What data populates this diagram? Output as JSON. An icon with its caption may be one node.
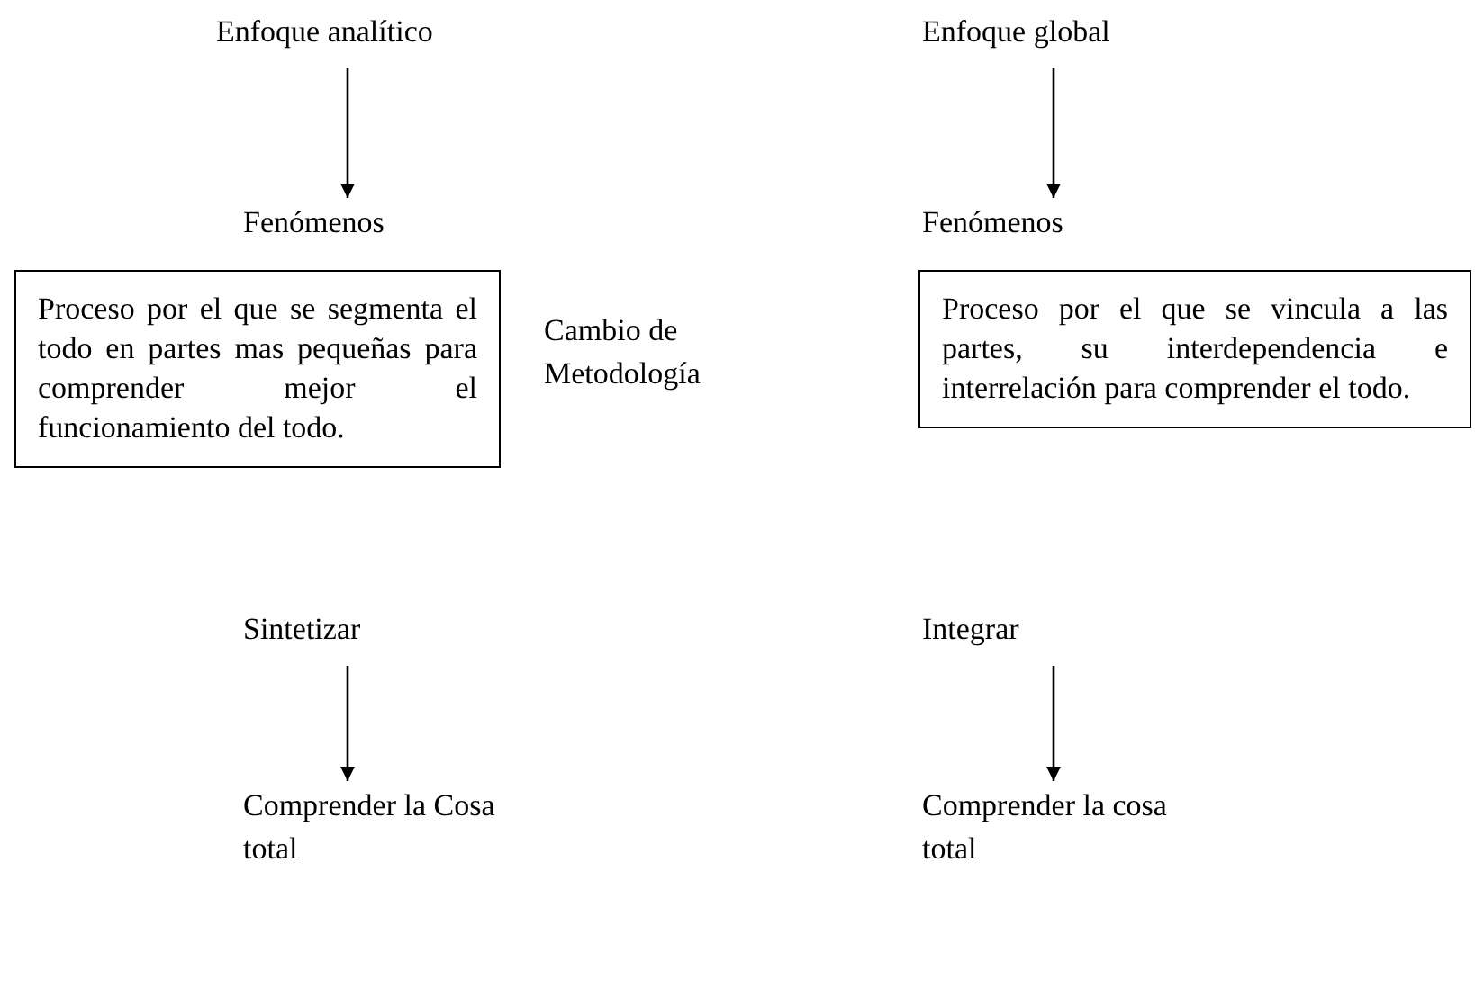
{
  "diagram": {
    "nodes": [
      {
        "text": [
          "Enfoque analítico"
        ]
      },
      {
        "text": [
          "Fenómenos"
        ]
      },
      {
        "text": [
          "Proceso por el que se segmenta el todo en partes mas pequeñas para comprender mejor el funcionamiento del todo."
        ]
      },
      {
        "text": [
          "Sintetizar"
        ]
      },
      {
        "text": [
          "Comprender la Cosa total"
        ]
      },
      {
        "text": [
          "Enfoque global"
        ]
      },
      {
        "text": [
          "Fenómenos"
        ]
      },
      {
        "text": [
          "Proceso por el que se vincula a las partes, su interdependencia e interrelación para comprender el todo."
        ]
      },
      {
        "text": [
          "Integrar"
        ]
      },
      {
        "text": [
          "Comprender la cosa total"
        ]
      }
    ],
    "edges": [
      {
        "from": 0,
        "to": 1,
        "arrow": "to"
      },
      {
        "from": 3,
        "to": 4,
        "arrow": "to"
      },
      {
        "from": 5,
        "to": 6,
        "arrow": "to"
      },
      {
        "from": 8,
        "to": 9,
        "arrow": "to"
      }
    ],
    "labels": [
      "Cambio de Metodología"
    ]
  }
}
